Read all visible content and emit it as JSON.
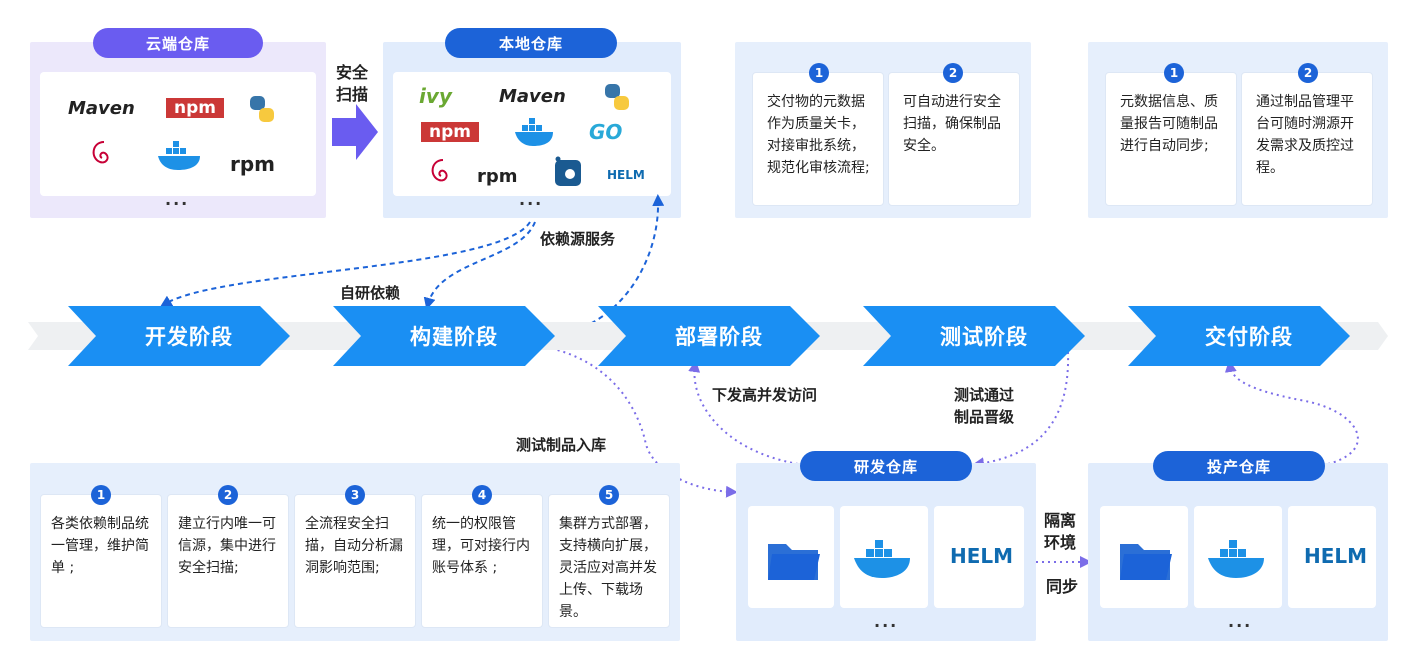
{
  "colors": {
    "blue": "#1c63d8",
    "stage": "#1a8ff3",
    "purple_panel": "#ece8fb",
    "blue_panel": "#e6effc",
    "arrow": "#6a5cf0"
  },
  "cloud_repo": {
    "title": "云端仓库",
    "logos": [
      "Maven",
      "npm",
      "python",
      "debian",
      "docker",
      "rpm"
    ],
    "more": "..."
  },
  "local_repo": {
    "title": "本地仓库",
    "logos": [
      "ivy",
      "Maven",
      "python",
      "npm",
      "docker",
      "GO",
      "debian",
      "rpm",
      "swift",
      "HELM"
    ],
    "more": "..."
  },
  "sec_scan": "安全\n扫描",
  "top_mid_cards": [
    {
      "num": "1",
      "text": "交付物的元数据作为质量关卡，对接审批系统，规范化审核流程;"
    },
    {
      "num": "2",
      "text": "可自动进行安全扫描，确保制品安全。"
    }
  ],
  "top_right_cards": [
    {
      "num": "1",
      "text": "元数据信息、质量报告可随制品进行自动同步;"
    },
    {
      "num": "2",
      "text": "通过制品管理平台可随时溯源开发需求及质控过程。"
    }
  ],
  "labels": {
    "dep_source": "依赖源服务",
    "self_dep": "自研依赖",
    "deploy_access": "下发高并发访问",
    "test_promote": "测试通过\n制品晋级",
    "test_inbound": "测试制品入库",
    "isolation": "隔离\n环境",
    "sync": "同步"
  },
  "stages": [
    "开发阶段",
    "构建阶段",
    "部署阶段",
    "测试阶段",
    "交付阶段"
  ],
  "bottom_cards": [
    {
      "num": "1",
      "text": "各类依赖制品统一管理，维护简单 ;"
    },
    {
      "num": "2",
      "text": "建立行内唯一可信源，集中进行安全扫描;"
    },
    {
      "num": "3",
      "text": "全流程安全扫描，自动分析漏洞影响范围;"
    },
    {
      "num": "4",
      "text": "统一的权限管理，可对接行内账号体系 ;"
    },
    {
      "num": "5",
      "text": "集群方式部署，支持横向扩展，灵活应对高并发上传、下载场景。"
    }
  ],
  "dev_repo": {
    "title": "研发仓库",
    "items": [
      "folder",
      "docker",
      "HELM"
    ],
    "more": "..."
  },
  "prod_repo": {
    "title": "投产仓库",
    "items": [
      "folder",
      "docker",
      "HELM"
    ],
    "more": "..."
  }
}
